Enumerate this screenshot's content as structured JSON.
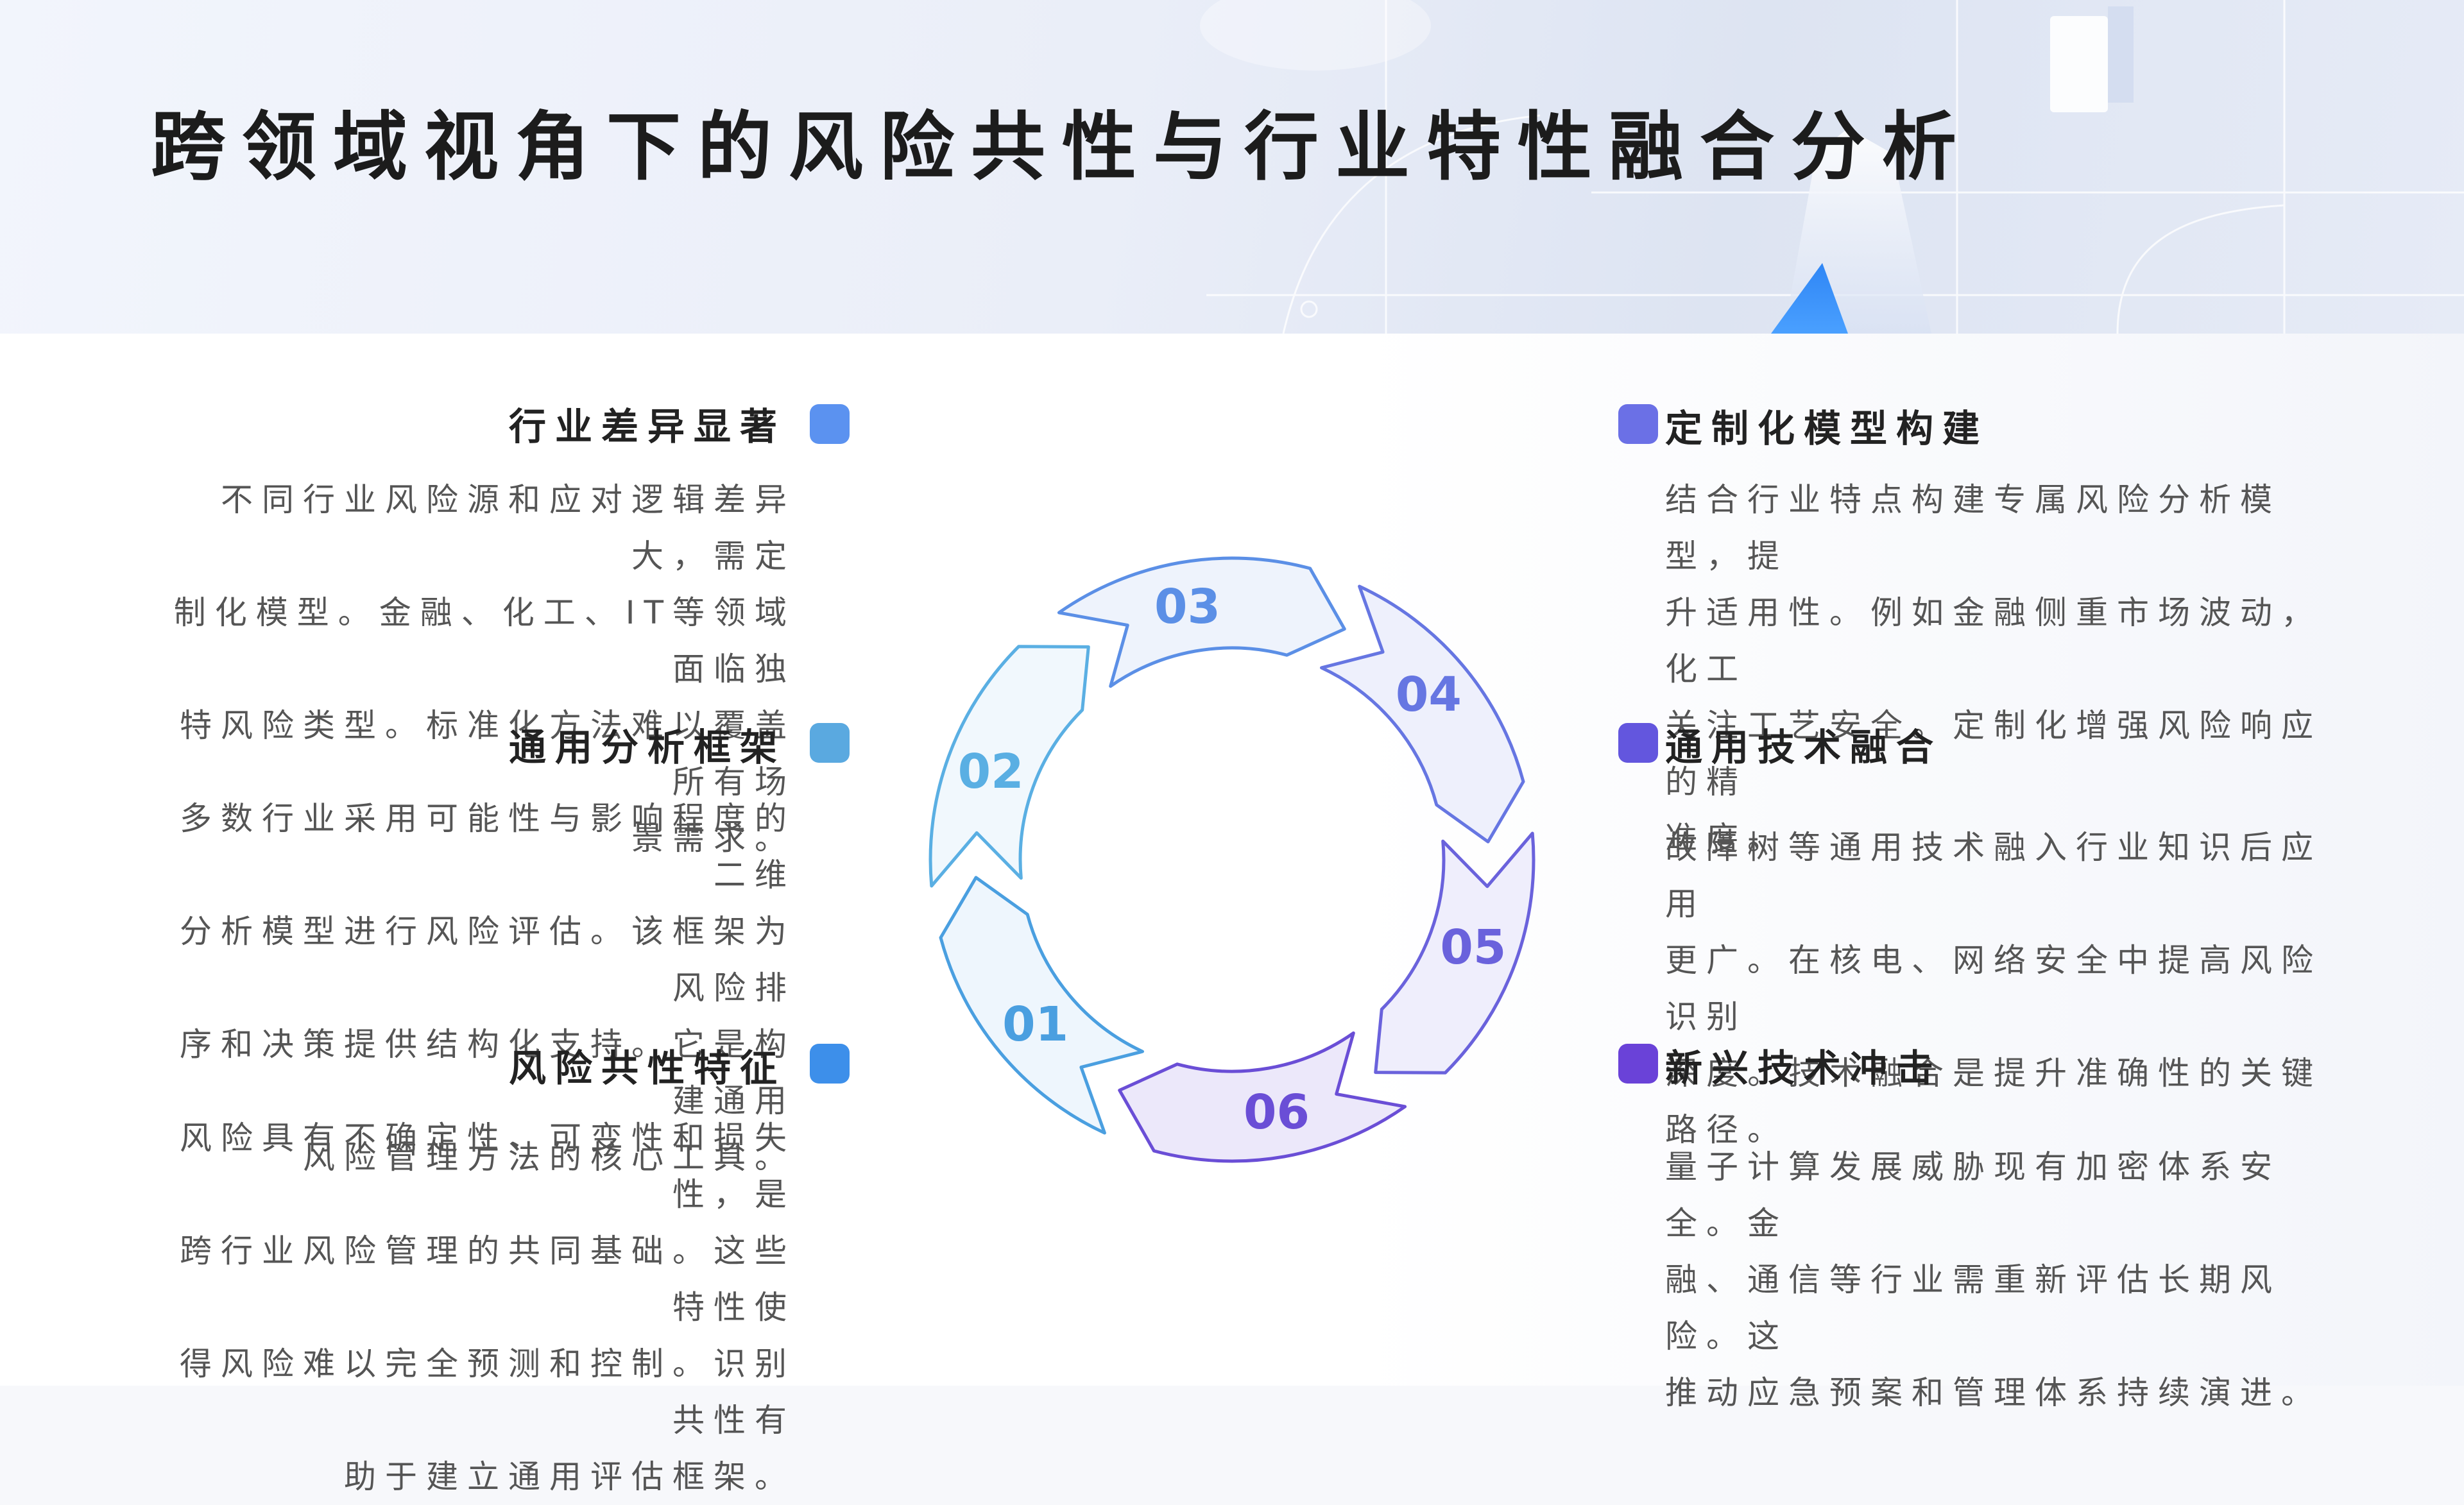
{
  "title": "跨领域视角下的风险共性与行业特性融合分析",
  "colors": {
    "blue": "#5b92f0",
    "sky": "#5aa9e0",
    "bright_blue": "#3d8fea",
    "indigo": "#6b70e6",
    "violet": "#6356de",
    "purple": "#6a42d8"
  },
  "left_items": [
    {
      "heading": "行业差异显著",
      "lines": [
        "不同行业风险源和应对逻辑差异大，需定",
        "制化模型。金融、化工、IT等领域面临独",
        "特风险类型。标准化方法难以覆盖所有场",
        "景需求。"
      ]
    },
    {
      "heading": "通用分析框架",
      "lines": [
        "多数行业采用可能性与影响程度的二维",
        "分析模型进行风险评估。该框架为风险排",
        "序和决策提供结构化支持。它是构建通用",
        "风险管理方法的核心工具。"
      ]
    },
    {
      "heading": "风险共性特征",
      "lines": [
        "风险具有不确定性、可变性和损失性，是",
        "跨行业风险管理的共同基础。这些特性使",
        "得风险难以完全预测和控制。识别共性有",
        "助于建立通用评估框架。"
      ]
    }
  ],
  "right_items": [
    {
      "heading": "定制化模型构建",
      "lines": [
        "结合行业特点构建专属风险分析模型，提",
        "升适用性。例如金融侧重市场波动，化工",
        "关注工艺安全。定制化增强风险响应的精",
        "准度。"
      ]
    },
    {
      "heading": "通用技术融合",
      "lines": [
        "故障树等通用技术融入行业知识后应用",
        "更广。在核电、网络安全中提高风险识别",
        "深度。技术融合是提升准确性的关键路径。"
      ]
    },
    {
      "heading": "新兴技术冲击",
      "lines": [
        "量子计算发展威胁现有加密体系安全。金",
        "融、通信等行业需重新评估长期风险。这",
        "推动应急预案和管理体系持续演进。"
      ]
    }
  ],
  "cycle": {
    "segments": [
      {
        "label": "01",
        "color": "#4a9fe0",
        "fill": "#eef6fd"
      },
      {
        "label": "02",
        "color": "#5aafe3",
        "fill": "#f1f8fd"
      },
      {
        "label": "03",
        "color": "#5b8fe6",
        "fill": "#eef3fc"
      },
      {
        "label": "04",
        "color": "#6676e2",
        "fill": "#eef0fc"
      },
      {
        "label": "05",
        "color": "#6a62dc",
        "fill": "#efeefc"
      },
      {
        "label": "06",
        "color": "#6a4ed6",
        "fill": "#ece8fa"
      }
    ]
  }
}
